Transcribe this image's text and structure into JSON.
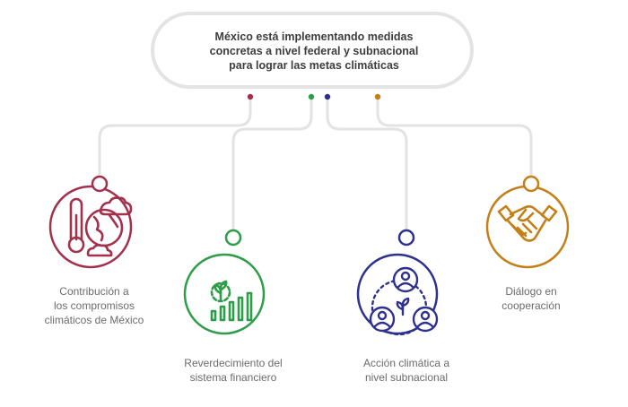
{
  "header": {
    "text": "México está implementando medidas\nconcretas a nivel federal y subnacional\npara lograr las metas climáticas"
  },
  "items": [
    {
      "label": "Contribución a\nlos compromisos\nclimáticos de México",
      "color": "#a3314e",
      "icon": "thermometer-globe-icon"
    },
    {
      "label": "Reverdecimiento del\nsistema financiero",
      "color": "#2e9d4a",
      "icon": "growth-bars-icon"
    },
    {
      "label": "Acción climática a\nnivel subnacional",
      "color": "#2e318f",
      "icon": "community-cycle-icon"
    },
    {
      "label": "Diálogo en\ncooperación",
      "color": "#c47f17",
      "icon": "handshake-icon"
    }
  ],
  "colors": {
    "connector": "#e3e3e3",
    "header_border": "#e4e4e4"
  }
}
